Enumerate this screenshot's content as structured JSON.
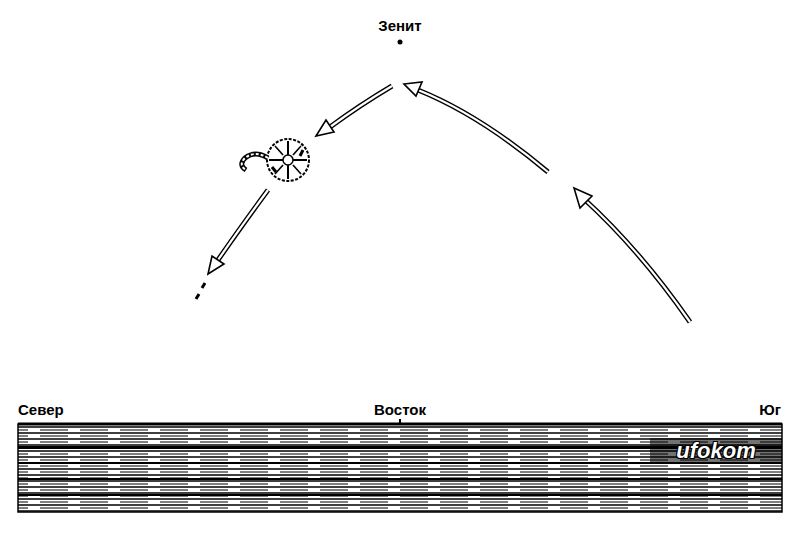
{
  "diagram": {
    "labels": [
      "Зенит",
      "Север",
      "Восток",
      "Юг",
      "ufokom"
    ]
  }
}
